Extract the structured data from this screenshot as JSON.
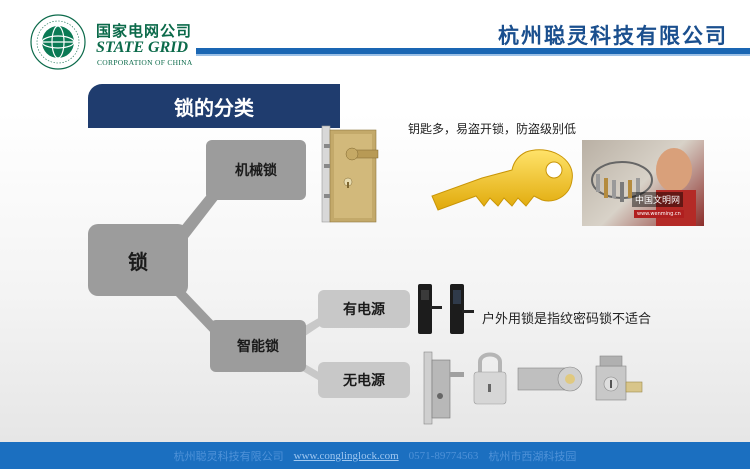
{
  "header": {
    "logo_cn": "国家电网公司",
    "logo_en": "STATE GRID",
    "logo_sub": "CORPORATION OF CHINA",
    "company_title": "杭州聪灵科技有限公司"
  },
  "section_title": "锁的分类",
  "tree": {
    "root": "锁",
    "mechanical": "机械锁",
    "smart": "智能锁",
    "with_power": "有电源",
    "without_power": "无电源"
  },
  "captions": {
    "keys": "钥匙多，易盗开锁，防盗级别低",
    "outdoor": "户外用锁是指纹密码锁不适合"
  },
  "photo": {
    "watermark": "中国文明网",
    "watermark_url": "www.wenming.cn"
  },
  "footer": {
    "company": "杭州聪灵科技有限公司",
    "url": "www.conglinglock.com",
    "phone": "0571-89774563",
    "address": "杭州市西湖科技园"
  },
  "colors": {
    "header_blue": "#1a66b3",
    "title_blue": "#1f3c6e",
    "node_gray": "#9c9c9c",
    "footer_blue": "#1b6fc0",
    "key_gold": "#f2c014"
  }
}
